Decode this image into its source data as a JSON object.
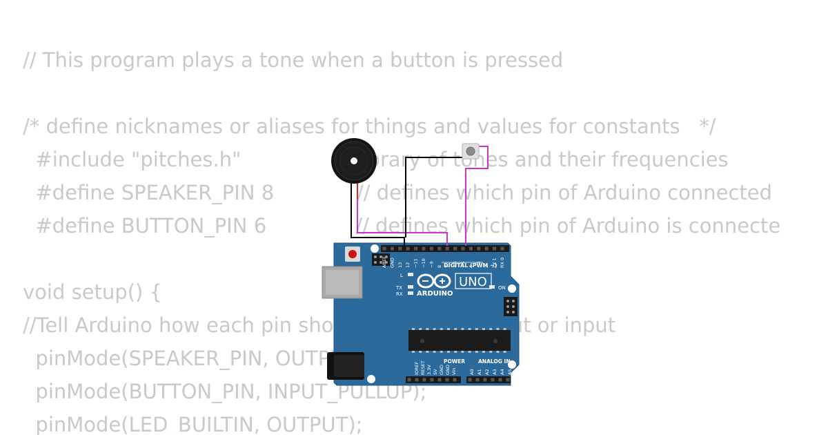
{
  "code_lines": [
    "// This program plays a tone when a button is pressed",
    "",
    "/* define nicknames or aliases for things and values for constants   */",
    "  #include \"pitches.h\"               // library of tones and their frequencies",
    "  #define SPEAKER_PIN 8             // defines which pin of Arduino connected",
    "  #define BUTTON_PIN 6              // defines which pin of Arduino is connecte",
    "",
    "void setup() {",
    "//Tell Arduino how each pin should behave - output or input",
    "  pinMode(SPEAKER_PIN, OUTPUT);",
    "  pinMode(BUTTON_PIN, INPUT_PULLUP);",
    "  pinMode(LED_BUILTIN, OUTPUT);"
  ],
  "board": {
    "model": "UNO",
    "brand": "ARDUINO",
    "digital_label": "DIGITAL (PWM ~)",
    "power_label": "POWER",
    "analog_label": "ANALOG IN",
    "on_label": "ON",
    "l_label": "L",
    "tx_label": "TX",
    "rx_label": "RX",
    "digital_pins": [
      "AREF",
      "GND",
      "13",
      "12",
      "~11",
      "~10",
      "~9",
      "8",
      "7",
      "~6",
      "~5",
      "4",
      "~3",
      "2",
      "TX 1",
      "RX 0"
    ],
    "power_pins": [
      "IOREF",
      "RESET",
      "3.3V",
      "5V",
      "GND",
      "GND",
      "Vin"
    ],
    "analog_pins": [
      "A0",
      "A1",
      "A2",
      "A3",
      "A4",
      "A5"
    ]
  },
  "colors": {
    "code_text": "#c9c9c9",
    "board": "#2b6a9b",
    "wire_ground": "#000000",
    "wire_signal": "#cc33cc",
    "wire_speaker": "#d12a2a"
  },
  "components": {
    "buzzer": "buzzer-icon",
    "button": "pushbutton-icon"
  }
}
